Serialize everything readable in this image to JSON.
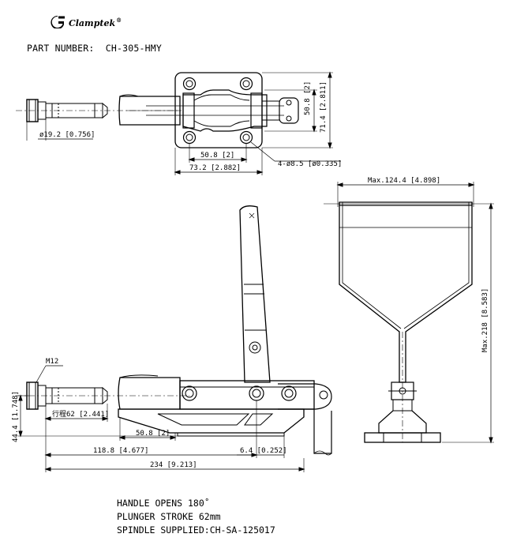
{
  "brand": {
    "logo_icon": "g-logo-icon",
    "name": "Clamptek",
    "mark": "®"
  },
  "part_number": {
    "label": "PART NUMBER:",
    "value": "CH-305-HMY"
  },
  "dimensions": {
    "top_height_inner": "50.8 [2]",
    "top_height_outer": "71.4 [2.811]",
    "rod_diameter": "ø19.2 [0.756]",
    "base_width_inner": "50.8 [2]",
    "base_width_outer": "73.2 [2.882]",
    "holes": "4-ø8.5 [ø0.335]",
    "max_width": "Max.124.4 [4.898]",
    "max_height": "Max.218 [8.583]",
    "thread": "M12",
    "side_height": "44.4 [1.748]",
    "stroke": "行程62 [2.441]",
    "side_base": "50.8 [2]",
    "side_offset": "118.8 [4.677]",
    "side_small": "6.4 [0.252]",
    "overall": "234 [9.213]"
  },
  "notes": [
    "HANDLE OPENS 180˚",
    "PLUNGER STROKE  62mm",
    "SPINDLE SUPPLIED:CH-SA-125017"
  ]
}
